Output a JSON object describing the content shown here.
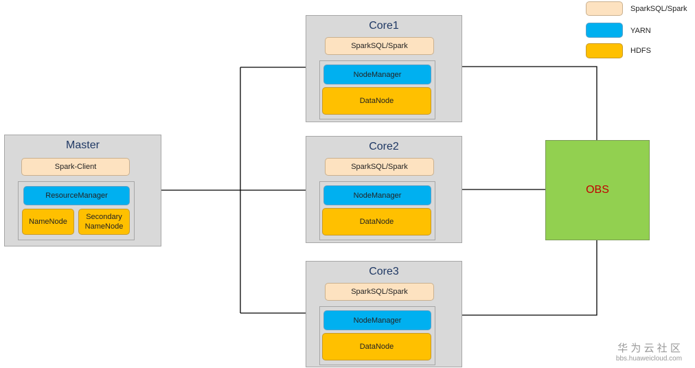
{
  "legend": [
    {
      "label": "SparkSQL/Spark",
      "color": "#fde2c0"
    },
    {
      "label": "YARN",
      "color": "#00b0f0"
    },
    {
      "label": "HDFS",
      "color": "#ffc000"
    }
  ],
  "master": {
    "title": "Master",
    "client": "Spark-Client",
    "resource_manager": "ResourceManager",
    "namenode": "NameNode",
    "secondary_namenode": "Secondary NameNode"
  },
  "cores": [
    {
      "title": "Core1",
      "spark": "SparkSQL/Spark",
      "node_manager": "NodeManager",
      "datanode": "DataNode"
    },
    {
      "title": "Core2",
      "spark": "SparkSQL/Spark",
      "node_manager": "NodeManager",
      "datanode": "DataNode"
    },
    {
      "title": "Core3",
      "spark": "SparkSQL/Spark",
      "node_manager": "NodeManager",
      "datanode": "DataNode"
    }
  ],
  "obs": {
    "label": "OBS",
    "color": "#92d050"
  },
  "watermark": {
    "cn": "华 为 云 社 区",
    "url": "bbs.huaweicloud.com"
  }
}
